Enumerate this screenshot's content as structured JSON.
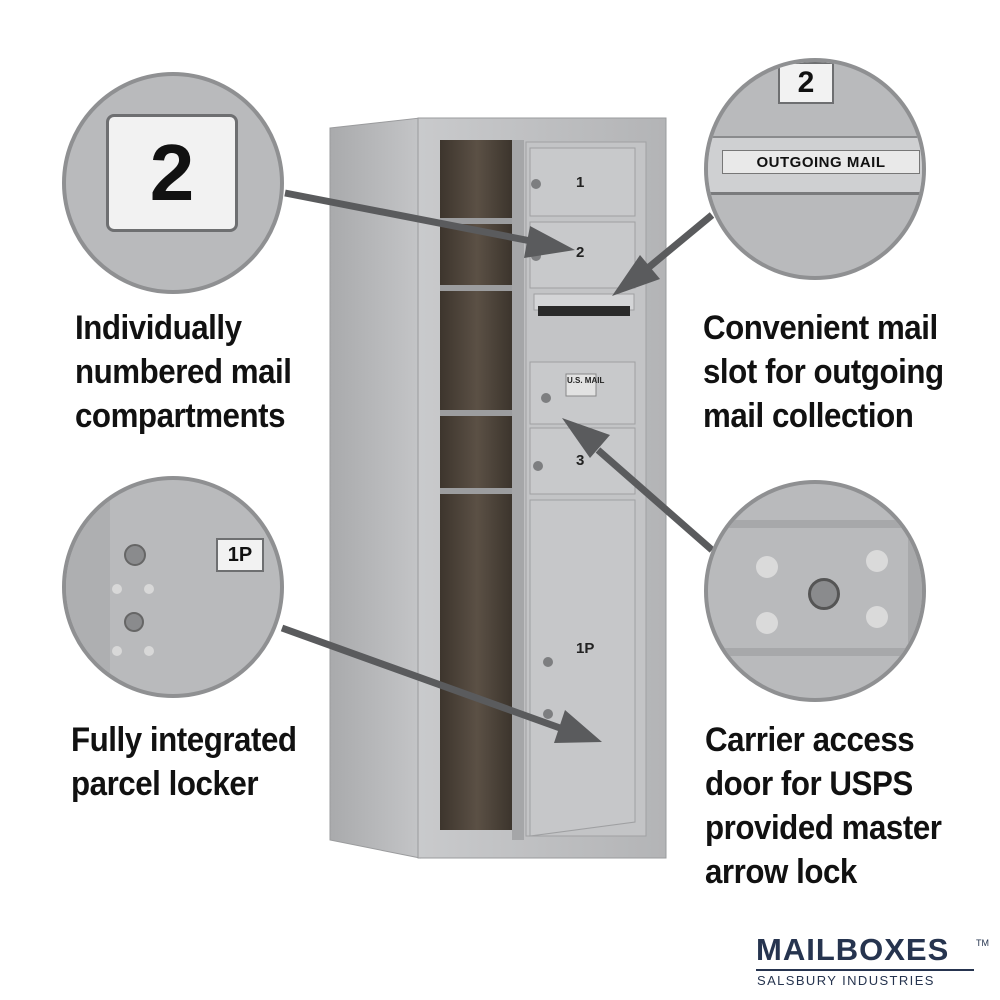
{
  "callouts": {
    "numbered": {
      "badge": "2",
      "caption": "Individually\nnumbered mail\ncompartments"
    },
    "outgoing": {
      "badge": "2",
      "label": "OUTGOING MAIL",
      "caption": "Convenient mail\nslot for outgoing\nmail collection"
    },
    "parcel": {
      "badge": "1P",
      "caption": "Fully integrated\nparcel locker"
    },
    "carrier": {
      "caption": "Carrier access\ndoor for USPS\nprovided master\narrow lock"
    }
  },
  "mailbox": {
    "doors": [
      "1",
      "2",
      "3"
    ],
    "parcel_door": "1P",
    "usps_plate": "U.S. MAIL"
  },
  "brand": {
    "name": "MAILBOXES",
    "tm": "TM",
    "sub": "SALSBURY INDUSTRIES"
  },
  "colors": {
    "metal": "#b9babc",
    "metal_dark": "#8f9092",
    "interior": "#4a4239",
    "brand": "#26344f",
    "arrow": "#5a5b5d"
  }
}
